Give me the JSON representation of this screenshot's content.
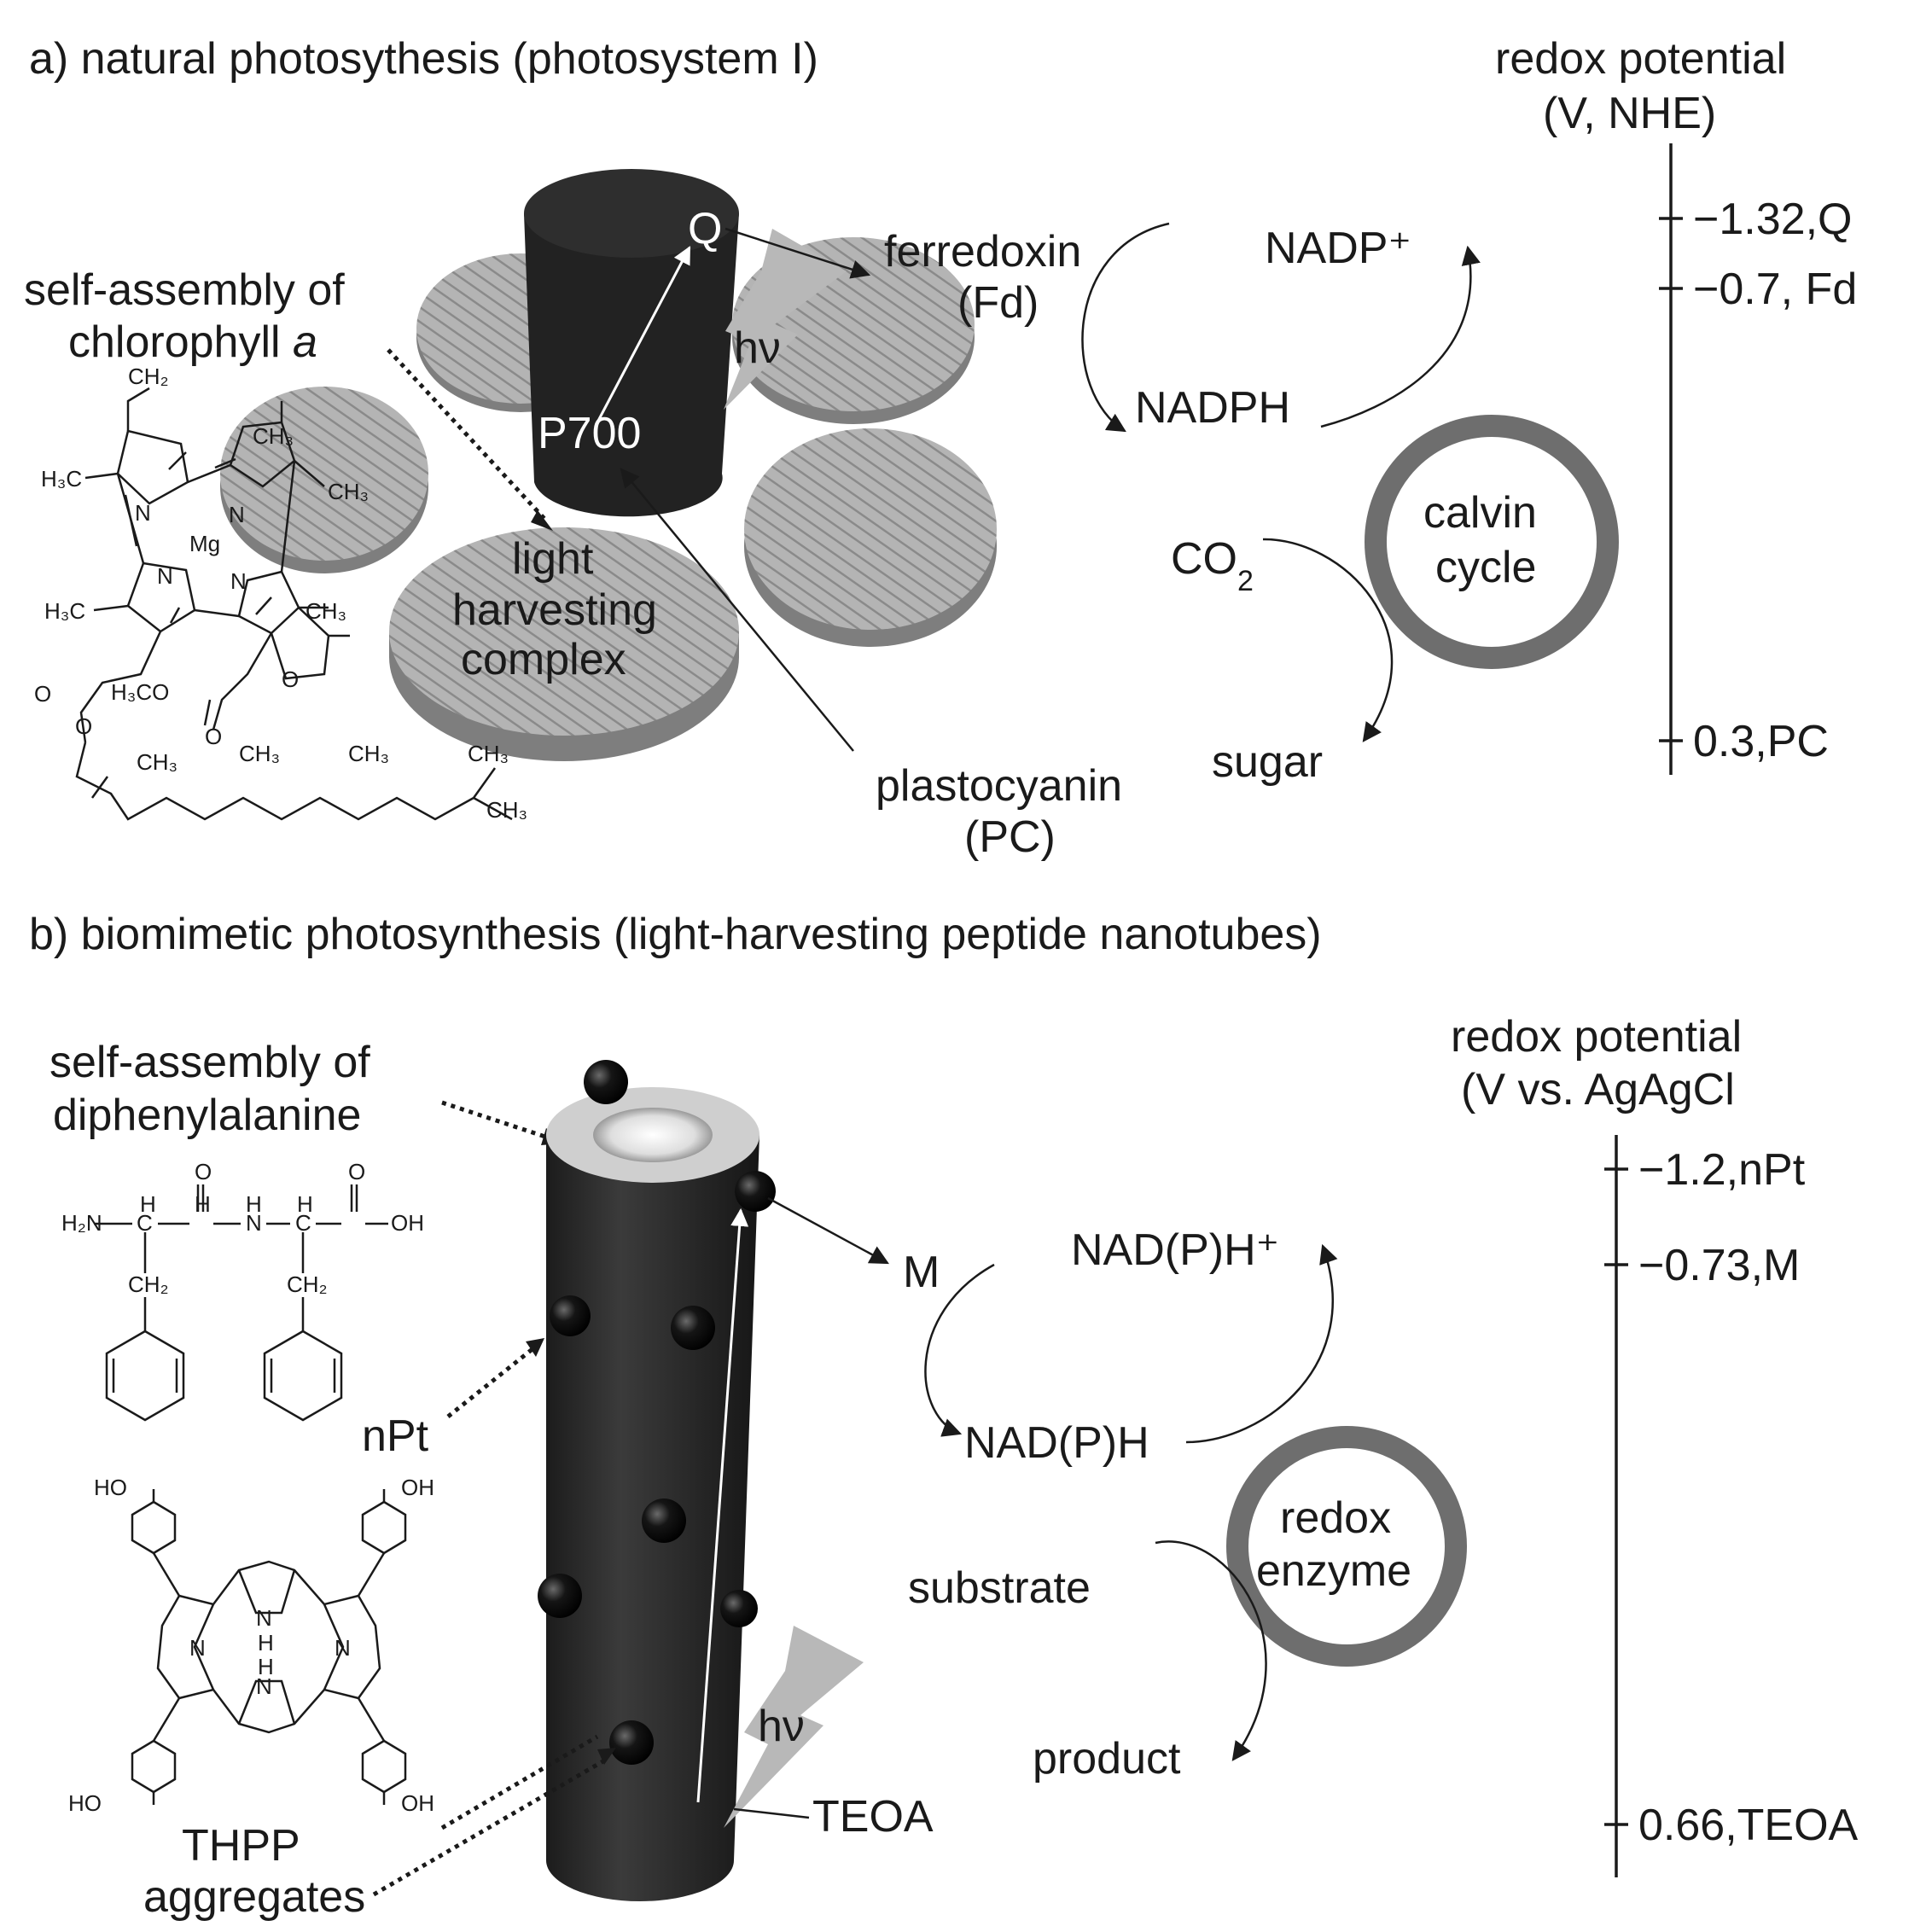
{
  "panel_a": {
    "title": "a) natural photosythesis (photosystem I)",
    "redox_axis_title_1": "redox potential",
    "redox_axis_title_2": "(V, NHE)",
    "ticks": [
      "−1.32,Q",
      "−0.7, Fd",
      "0.3,PC"
    ],
    "labels": {
      "self_assembly_1": "self-assembly of",
      "self_assembly_2": "chlorophyll",
      "self_assembly_2_italic": "a",
      "q": "Q",
      "p700": "P700",
      "hv": "hν",
      "lhc_1": "light",
      "lhc_2": "harvesting",
      "lhc_3": "complex",
      "ferredoxin_1": "ferredoxin",
      "ferredoxin_2": "(Fd)",
      "plastocyanin_1": "plastocyanin",
      "plastocyanin_2": "(PC)",
      "nadp": "NADP⁺",
      "nadph": "NADPH",
      "co2": "CO",
      "co2_sub": "2",
      "sugar": "sugar",
      "calvin_1": "calvin",
      "calvin_2": "cycle"
    },
    "chlorophyll_atoms": [
      "CH₂",
      "CH₃",
      "H₃C",
      "CH₃",
      "N",
      "Mg",
      "N",
      "N",
      "N",
      "H₃C",
      "CH₃",
      "O",
      "H₃CO",
      "O",
      "O",
      "O",
      "CH₃",
      "CH₃",
      "CH₃",
      "CH₃",
      "CH₃"
    ]
  },
  "panel_b": {
    "title": "b) biomimetic photosynthesis (light-harvesting peptide nanotubes)",
    "redox_axis_title_1": "redox potential",
    "redox_axis_title_2": "(V vs. AgAgCl",
    "ticks": [
      "−1.2,nPt",
      "−0.73,M",
      "0.66,TEOA"
    ],
    "labels": {
      "self_assembly_1": "self-assembly of",
      "self_assembly_2": "diphenylalanine",
      "npt": "nPt",
      "thpp_1": "THPP",
      "thpp_2": "aggregates",
      "m": "M",
      "hv": "hν",
      "teoa": "TEOA",
      "nadph_plus": "NAD(P)H⁺",
      "nadph": "NAD(P)H",
      "substrate": "substrate",
      "product": "product",
      "enzyme_1": "redox",
      "enzyme_2": "enzyme"
    },
    "peptide_atoms": [
      "O",
      "O",
      "H₂N",
      "H",
      "C",
      "N",
      "H",
      "C",
      "OH",
      "H",
      "H",
      "CH₂",
      "CH₂"
    ],
    "porphyrin_atoms": [
      "HO",
      "OH",
      "N",
      "H",
      "N",
      "N",
      "N",
      "H",
      "HO",
      "OH"
    ]
  },
  "colors": {
    "ink": "#1a1a1a",
    "tube": "#2a2a2a",
    "disk_gray": "#a8a8a8",
    "ring_gray": "#6e6e6e",
    "bolt_gray": "#b8b8b8"
  }
}
